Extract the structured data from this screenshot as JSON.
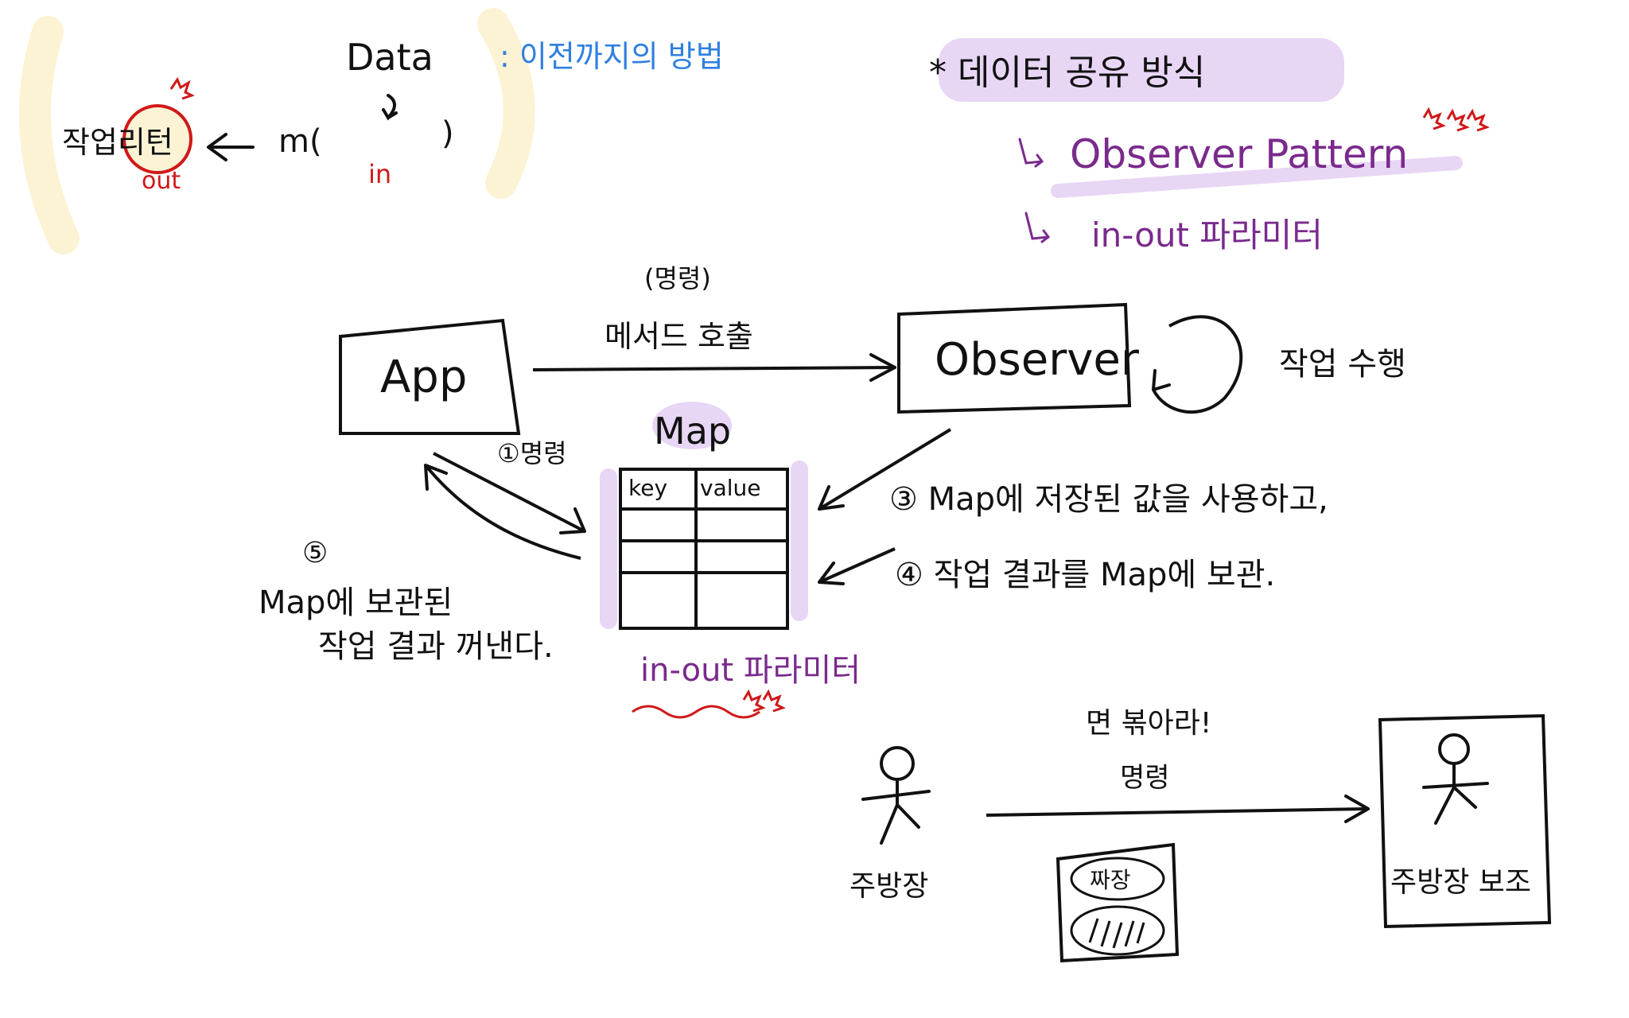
{
  "colors": {
    "ink": "#111111",
    "purple": "#7a2a8c",
    "blue": "#2f7fe0",
    "red": "#d01818",
    "highlight_purple": "#e8d6f5",
    "highlight_yellow": "#fbf3d4"
  },
  "top_left": {
    "return_label": "작업리턴",
    "out_label": "out",
    "method": "m(",
    "method_close": ")",
    "data_label": "Data",
    "in_label": "in",
    "note": ": 이전까지의 방법"
  },
  "top_right": {
    "title": "* 데이터 공유 방식",
    "option1": "Observer Pattern",
    "option2": "in-out 파라미터"
  },
  "diagram": {
    "app": "App",
    "observer": "Observer",
    "call_paren": "(명령)",
    "call_label": "메서드 호출",
    "work_label": "작업 수행",
    "map_label": "Map",
    "table_headers": [
      "key",
      "value"
    ],
    "step1": "①명령",
    "step3": "③ Map에 저장된 값을 사용하고,",
    "step4": "④ 작업 결과를 Map에 보관.",
    "step5_num": "⑤",
    "step5_line1": "Map에 보관된",
    "step5_line2": "작업 결과 꺼낸다.",
    "inout_label": "in-out 파라미터"
  },
  "bottom": {
    "order": "면 볶아라!",
    "order_label": "명령",
    "chef": "주방장",
    "assistant": "주방장 보조",
    "plate_label": "짜장"
  }
}
